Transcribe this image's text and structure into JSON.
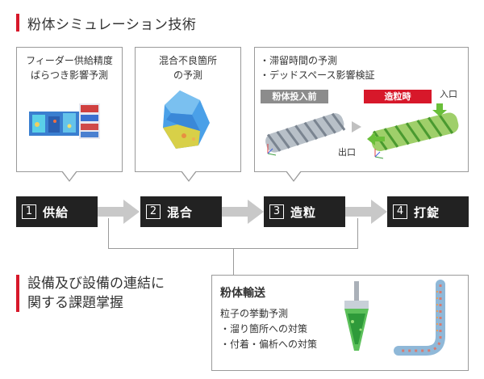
{
  "header": {
    "title": "粉体シミュレーション技術"
  },
  "callouts": {
    "feeder": {
      "lines": [
        "フィーダー供給精度",
        "ばらつき影響予測"
      ]
    },
    "mixing": {
      "lines": [
        "混合不良箇所",
        "の予測"
      ]
    },
    "granulation": {
      "lines": [
        "・滞留時間の予測",
        "・デッドスペース影響検証"
      ],
      "badge_before": "粉体投入前",
      "badge_during": "造粒時",
      "inlet_label": "入口",
      "outlet_label": "出口"
    }
  },
  "steps": [
    {
      "num": "1",
      "label": "供給"
    },
    {
      "num": "2",
      "label": "混合"
    },
    {
      "num": "3",
      "label": "造粒"
    },
    {
      "num": "4",
      "label": "打錠"
    }
  ],
  "bottom": {
    "note_lines": [
      "設備及び設備の連結に",
      "関する課題掌握"
    ],
    "transport": {
      "title": "粉体輸送",
      "lines": [
        "粒子の挙動予測",
        "・溜り箇所への対策",
        "・付着・偏析への対策"
      ]
    }
  },
  "colors": {
    "accent_red": "#d7182a",
    "step_dark": "#222222",
    "badge_grey": "#8c8c8c",
    "arrow_grey": "#c8c8c8",
    "border_grey": "#9a9a9a",
    "sim_green": "#6abf3a"
  }
}
